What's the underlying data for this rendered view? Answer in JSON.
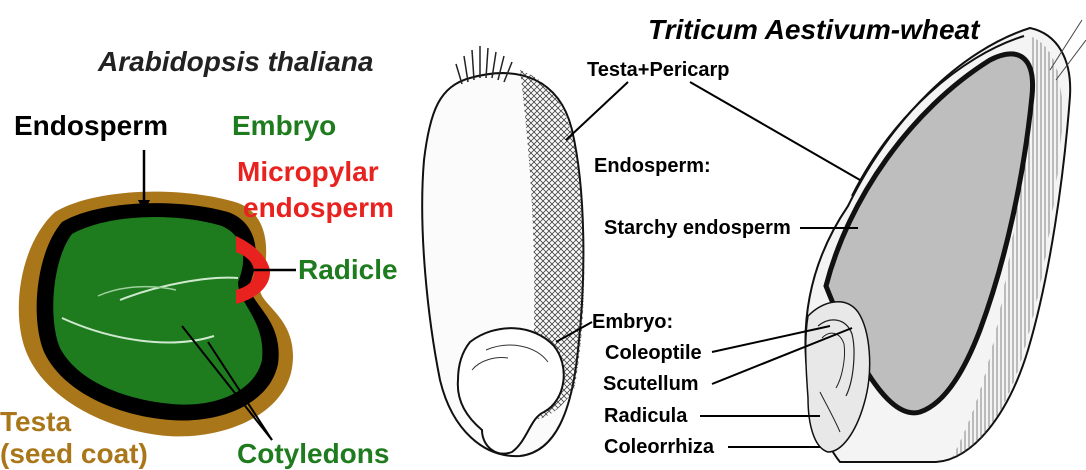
{
  "arabidopsis": {
    "title": "Arabidopsis thaliana",
    "labels": {
      "endosperm": "Endosperm",
      "embryo": "Embryo",
      "micropylar_line1": "Micropylar",
      "micropylar_line2": "endosperm",
      "radicle": "Radicle",
      "testa_line1": "Testa",
      "testa_line2": "(seed coat)",
      "cotyledons": "Cotyledons"
    },
    "colors": {
      "testa": "#a9761a",
      "endosperm": "#000000",
      "embryo": "#1e7b1e",
      "micropylar": "#e8221e"
    }
  },
  "wheat": {
    "title": "Triticum Aestivum-wheat",
    "labels": {
      "testa_pericarp": "Testa+Pericarp",
      "endosperm_heading": "Endosperm:",
      "starchy_endosperm": "Starchy endosperm",
      "embryo_heading": "Embryo:",
      "coleoptile": "Coleoptile",
      "scutellum": "Scutellum",
      "radicula": "Radicula",
      "coleorrhiza": "Coleorrhiza"
    }
  }
}
